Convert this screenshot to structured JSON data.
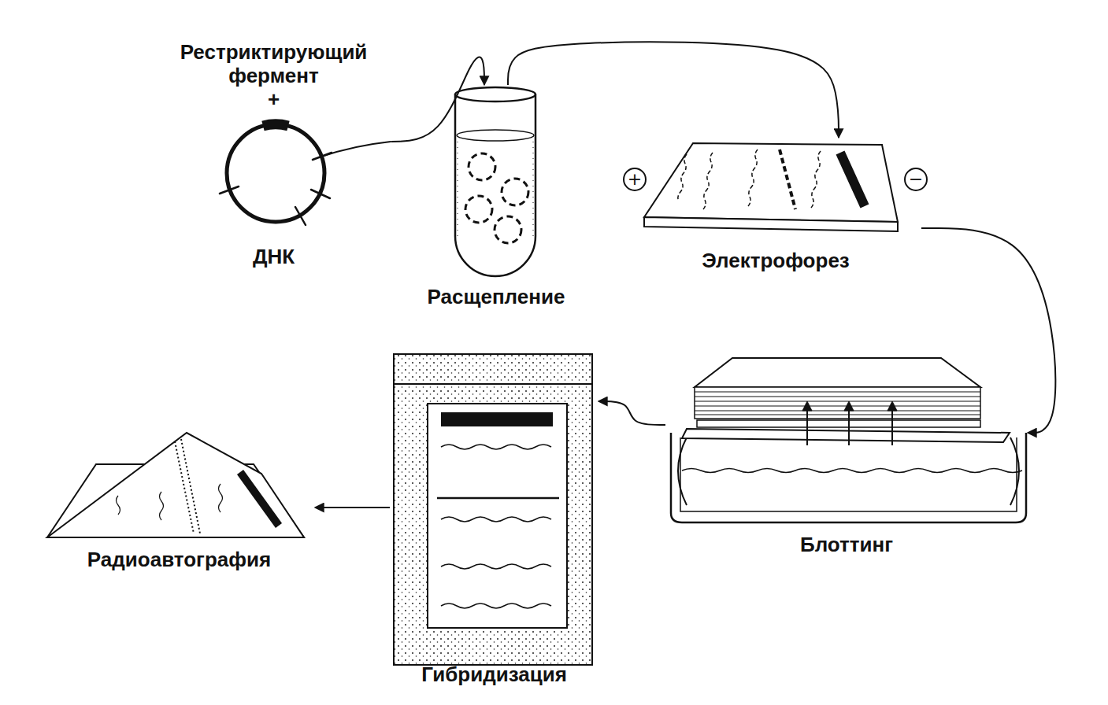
{
  "diagram": {
    "nodes": [
      {
        "text": [
          "Рестриктирующий фермент",
          "+",
          "ДНК"
        ]
      },
      {
        "text": [
          "Расщепление"
        ]
      },
      {
        "text": [
          "Электрофорез"
        ]
      },
      {
        "text": [
          "Блоттинг"
        ]
      },
      {
        "text": [
          "Гибридизация"
        ]
      },
      {
        "text": [
          "Радиоавтография"
        ]
      }
    ],
    "edges": [
      {
        "from": 0,
        "to": 1,
        "arrow": "to"
      },
      {
        "from": 1,
        "to": 2,
        "arrow": "to"
      },
      {
        "from": 2,
        "to": 3,
        "arrow": "to"
      },
      {
        "from": 3,
        "to": 4,
        "arrow": "to"
      },
      {
        "from": 4,
        "to": 5,
        "arrow": "to"
      }
    ],
    "labels": [
      "+",
      "−"
    ]
  }
}
